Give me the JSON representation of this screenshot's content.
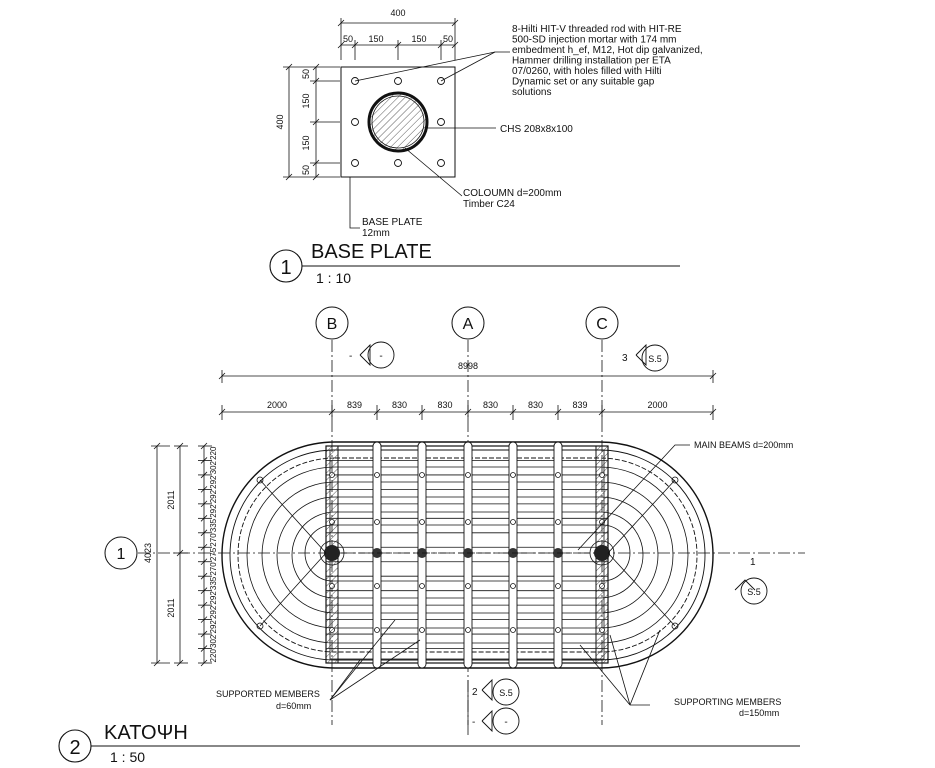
{
  "base_plate": {
    "dim_top_total": "400",
    "dim_top_segments": [
      "50",
      "150",
      "150",
      "50"
    ],
    "dim_left_total": "400",
    "dim_left_segments": [
      "50",
      "150",
      "150",
      "50"
    ],
    "note_anchors": "8-Hilti HIT-V threaded rod with HIT-RE 500-SD injection mortar with 174 mm embedment h_ef, M12, Hot dip galvanized, Hammer drilling installation per ETA 07/0260, with holes filled with Hilti Dynamic set or any suitable gap solutions",
    "note_chs": "CHS 208x8x100",
    "note_column_1": "COLOUMN d=200mm",
    "note_column_2": "Timber C24",
    "note_plate_1": "BASE PLATE",
    "note_plate_2": "12mm"
  },
  "title1": {
    "number": "1",
    "name": "BASE PLATE",
    "scale": "1 : 10"
  },
  "plan": {
    "grid_labels": [
      "B",
      "A",
      "C"
    ],
    "dim_total": "8998",
    "dim_segments": [
      "2000",
      "839",
      "830",
      "830",
      "830",
      "830",
      "839",
      "2000"
    ],
    "dim_left_total": "4023",
    "dim_left_halves": [
      "2011",
      "2011"
    ],
    "dim_left_small": [
      "220",
      "302",
      "292",
      "292",
      "292",
      "335",
      "270",
      "275",
      "270",
      "335",
      "292",
      "292",
      "292",
      "302",
      "220"
    ],
    "row_label": "1",
    "section_marks": [
      {
        "num": "-",
        "ref": "-"
      },
      {
        "num": "3",
        "ref": "S.5"
      },
      {
        "num": "1",
        "ref": "S.5"
      },
      {
        "num": "2",
        "ref": "S.5"
      },
      {
        "num": "-",
        "ref": "-"
      }
    ],
    "note_main_beams": "MAIN BEAMS d=200mm",
    "note_supported_1": "SUPPORTED MEMBERS",
    "note_supported_2": "d=60mm",
    "note_supporting_1": "SUPPORTING MEMBERS",
    "note_supporting_2": "d=150mm"
  },
  "title2": {
    "number": "2",
    "name": "ΚΑΤΟΨΗ",
    "scale": "1 : 50"
  }
}
